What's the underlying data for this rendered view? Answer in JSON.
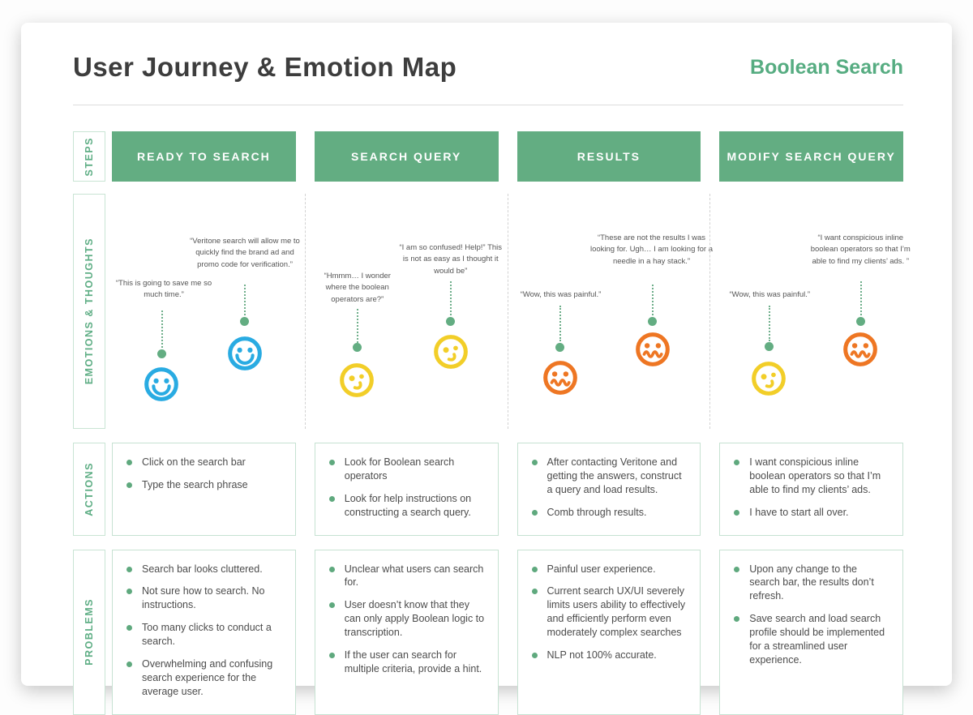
{
  "header": {
    "title": "User Journey & Emotion Map",
    "project": "Boolean Search"
  },
  "rows": {
    "steps": "STEPS",
    "emotions": "EMOTIONS & THOUGHTS",
    "actions": "ACTIONS",
    "problems": "PROBLEMS"
  },
  "steps": {
    "labels": [
      "READY TO SEARCH",
      "SEARCH QUERY",
      "RESULTS",
      "MODIFY SEARCH QUERY"
    ]
  },
  "emotions": {
    "columns": [
      {
        "points": [
          {
            "quote": "“This is going to save me so much time.”",
            "mood": "happy"
          },
          {
            "quote": "“Veritone search will allow me to quickly find the brand ad and promo code for verification.”",
            "mood": "happy"
          }
        ]
      },
      {
        "points": [
          {
            "quote": "“Hmmm… I wonder where the boolean operators are?”",
            "mood": "confused"
          },
          {
            "quote": "“I am so confused! Help!” This is not as easy as I thought it would be”",
            "mood": "confused"
          }
        ]
      },
      {
        "points": [
          {
            "quote": "“Wow, this was painful.”",
            "mood": "frustrated"
          },
          {
            "quote": "“These are not the results I was looking for. Ugh… I am looking for a needle in a hay stack.”",
            "mood": "frustrated"
          }
        ]
      },
      {
        "points": [
          {
            "quote": "“Wow, this was painful.”",
            "mood": "confused"
          },
          {
            "quote": "“I want conspicious inline boolean operators so that I’m able to find my clients’ ads. ”",
            "mood": "frustrated"
          }
        ]
      }
    ]
  },
  "actions": {
    "columns": [
      {
        "items": [
          "Click on the search bar",
          "Type the search phrase"
        ]
      },
      {
        "items": [
          "Look for Boolean search operators",
          "Look for help instructions on constructing a search query."
        ]
      },
      {
        "items": [
          "After contacting Veritone and getting the answers, construct a query and load results.",
          "Comb through results."
        ]
      },
      {
        "items": [
          "I want conspicious inline boolean operators so that I’m able to find my clients’ ads.",
          "I have to start all over."
        ]
      }
    ]
  },
  "problems": {
    "columns": [
      {
        "items": [
          "Search bar looks cluttered.",
          "Not sure how to search. No instructions.",
          "Too many clicks to conduct a search.",
          "Overwhelming and confusing search experience for the average user."
        ]
      },
      {
        "items": [
          "Unclear what users can search for.",
          "User doesn’t know that they can only apply Boolean logic to transcription.",
          "If the user can search for multiple criteria, provide a hint."
        ]
      },
      {
        "items": [
          "Painful user experience.",
          "Current search UX/UI severely limits users ability to effectively and efficiently perform even moderately complex searches",
          "NLP not 100% accurate."
        ]
      },
      {
        "items": [
          "Upon any change to the search bar, the results don’t refresh.",
          "Save search and load search profile should be implemented for a streamlined user experience."
        ]
      }
    ]
  },
  "colors": {
    "header_green": "#63AD82",
    "accent_green": "#5FA97E",
    "happy_blue": "#29ABE2",
    "confused_yellow": "#F2CE28",
    "frustrated_orange": "#EE7623"
  }
}
